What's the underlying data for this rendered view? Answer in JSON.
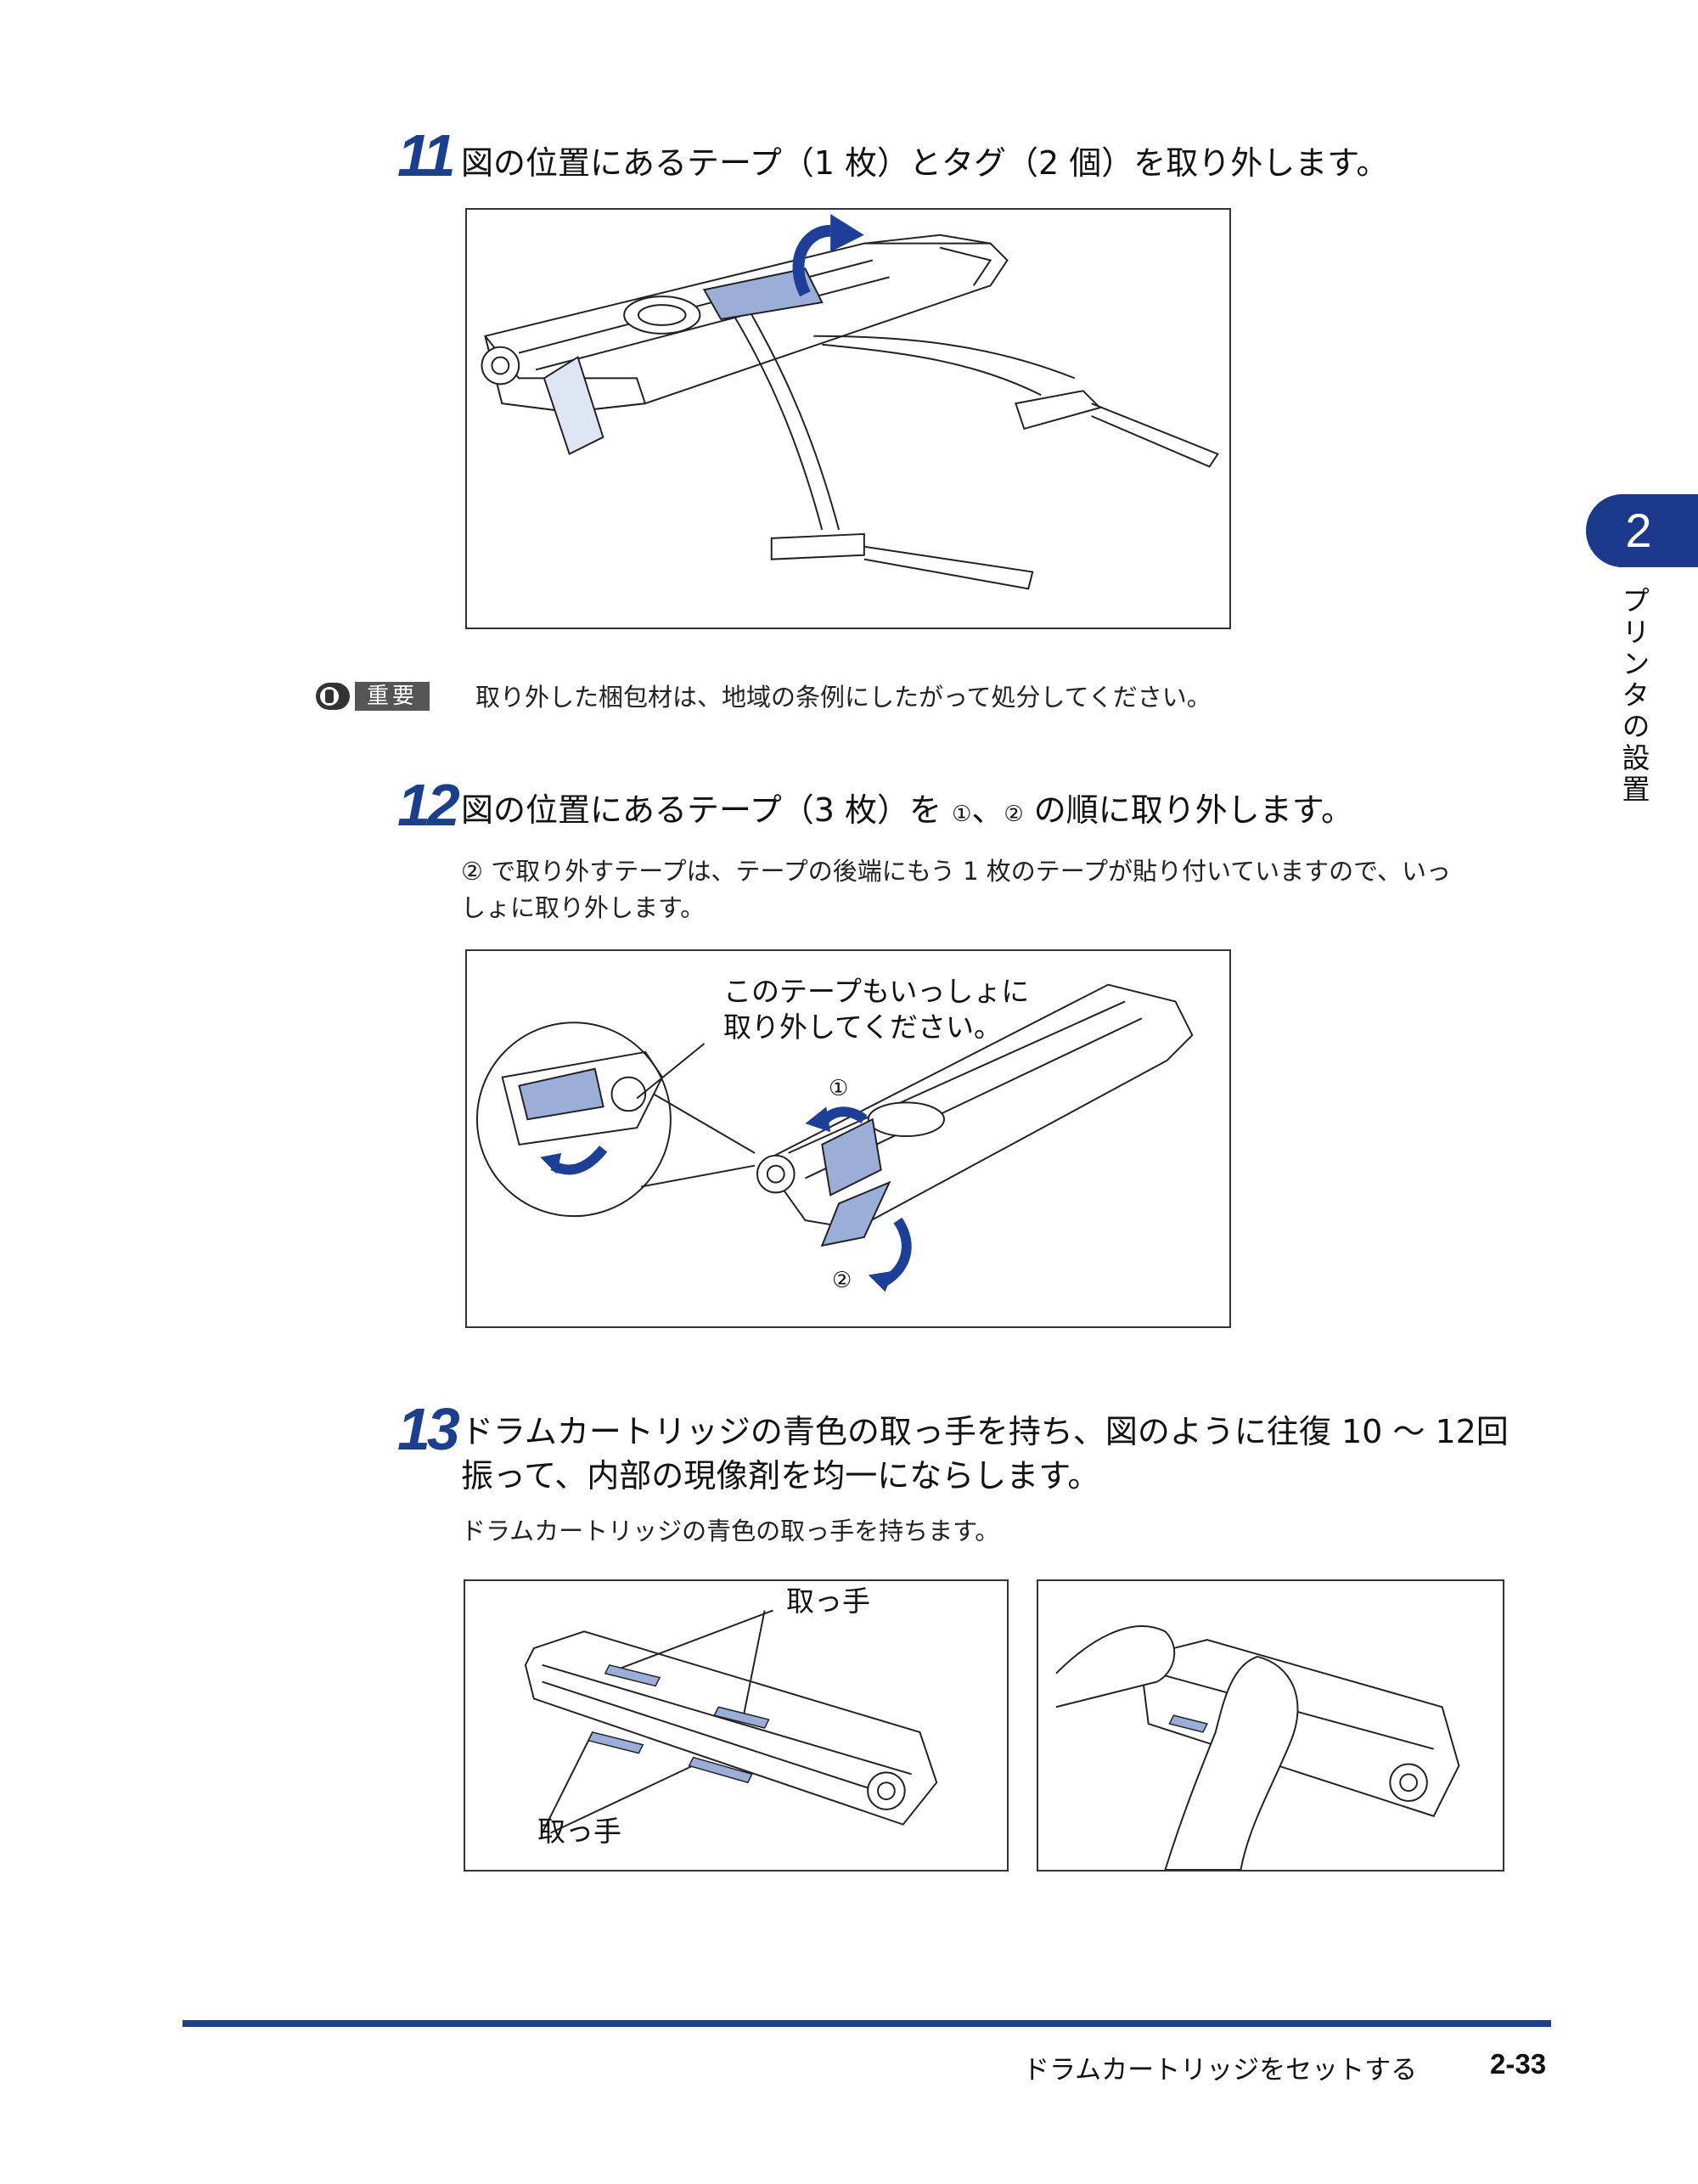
{
  "side_tab": {
    "chapter": "2",
    "chapter_title": "プリンタの設置"
  },
  "step11": {
    "number": "11",
    "title": "図の位置にあるテープ（1 枚）とタグ（2 個）を取り外します。"
  },
  "important": {
    "badge": "重要",
    "text": "取り外した梱包材は、地域の条例にしたがって処分してください。"
  },
  "step12": {
    "number": "12",
    "title_a": "図の位置にあるテープ（3 枚）を ",
    "circ1": "①",
    "sep": "、",
    "circ2": "②",
    "title_b": " の順に取り外します。",
    "desc_circ": "②",
    "desc_line1": " で取り外すテープは、テープの後端にもう 1 枚のテープが貼り付いていますので、いっ",
    "desc_line2": "しょに取り外します。",
    "callout_line1": "このテープもいっしょに",
    "callout_line2": "取り外してください。",
    "marker1": "①",
    "marker2": "②"
  },
  "step13": {
    "number": "13",
    "title_line1": "ドラムカートリッジの青色の取っ手を持ち、図のように往復 10 ～ 12回",
    "title_line2": "振って、内部の現像剤を均一にならします。",
    "desc": "ドラムカートリッジの青色の取っ手を持ちます。",
    "label_top": "取っ手",
    "label_bottom": "取っ手"
  },
  "footer": {
    "title": "ドラムカートリッジをセットする",
    "page": "2-33"
  },
  "colors": {
    "accent": "#1b3f8f",
    "tab": "#1b3a8c",
    "tape": "#9aaed8",
    "arrow": "#1e3f99"
  }
}
